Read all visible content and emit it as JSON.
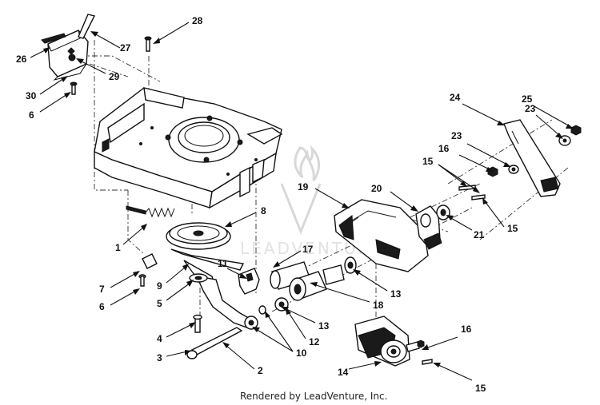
{
  "diagram": {
    "callouts": [
      {
        "id": "1",
        "text": "1"
      },
      {
        "id": "2",
        "text": "2"
      },
      {
        "id": "3",
        "text": "3"
      },
      {
        "id": "4",
        "text": "4"
      },
      {
        "id": "5",
        "text": "5"
      },
      {
        "id": "6a",
        "text": "6"
      },
      {
        "id": "6b",
        "text": "6"
      },
      {
        "id": "7",
        "text": "7"
      },
      {
        "id": "8",
        "text": "8"
      },
      {
        "id": "9",
        "text": "9"
      },
      {
        "id": "10",
        "text": "10"
      },
      {
        "id": "11",
        "text": "11"
      },
      {
        "id": "12",
        "text": "12"
      },
      {
        "id": "13a",
        "text": "13"
      },
      {
        "id": "13b",
        "text": "13"
      },
      {
        "id": "14",
        "text": "14"
      },
      {
        "id": "15a",
        "text": "15"
      },
      {
        "id": "15b",
        "text": "15"
      },
      {
        "id": "15c",
        "text": "15"
      },
      {
        "id": "16a",
        "text": "16"
      },
      {
        "id": "16b",
        "text": "16"
      },
      {
        "id": "17",
        "text": "17"
      },
      {
        "id": "18",
        "text": "18"
      },
      {
        "id": "19",
        "text": "19"
      },
      {
        "id": "20",
        "text": "20"
      },
      {
        "id": "21",
        "text": "21"
      },
      {
        "id": "23a",
        "text": "23"
      },
      {
        "id": "23b",
        "text": "23"
      },
      {
        "id": "24",
        "text": "24"
      },
      {
        "id": "25",
        "text": "25"
      },
      {
        "id": "26",
        "text": "26"
      },
      {
        "id": "27",
        "text": "27"
      },
      {
        "id": "28",
        "text": "28"
      },
      {
        "id": "29",
        "text": "29"
      },
      {
        "id": "30",
        "text": "30"
      }
    ],
    "credit": "Rendered by LeadVenture, Inc.",
    "watermark_text": "LEADVENTURE"
  }
}
